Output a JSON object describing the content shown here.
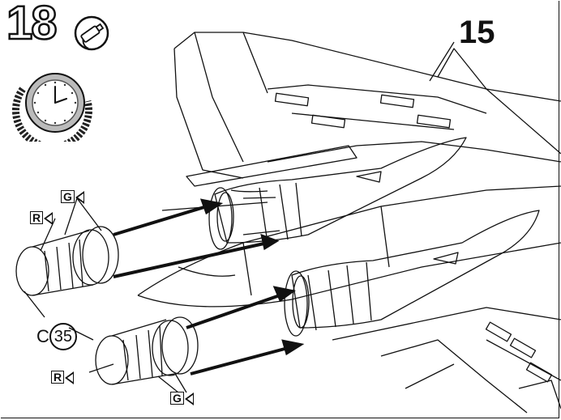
{
  "step": {
    "number": "18"
  },
  "icons": {
    "cement": "cement-tube-icon",
    "clock": "drying-time-clock-icon"
  },
  "callouts": {
    "assembly_ref": "15",
    "part_letter": "C",
    "part_number": "35",
    "color_g": "G",
    "color_r": "R"
  },
  "colors": {
    "line": "#111111",
    "paper": "#ffffff"
  }
}
